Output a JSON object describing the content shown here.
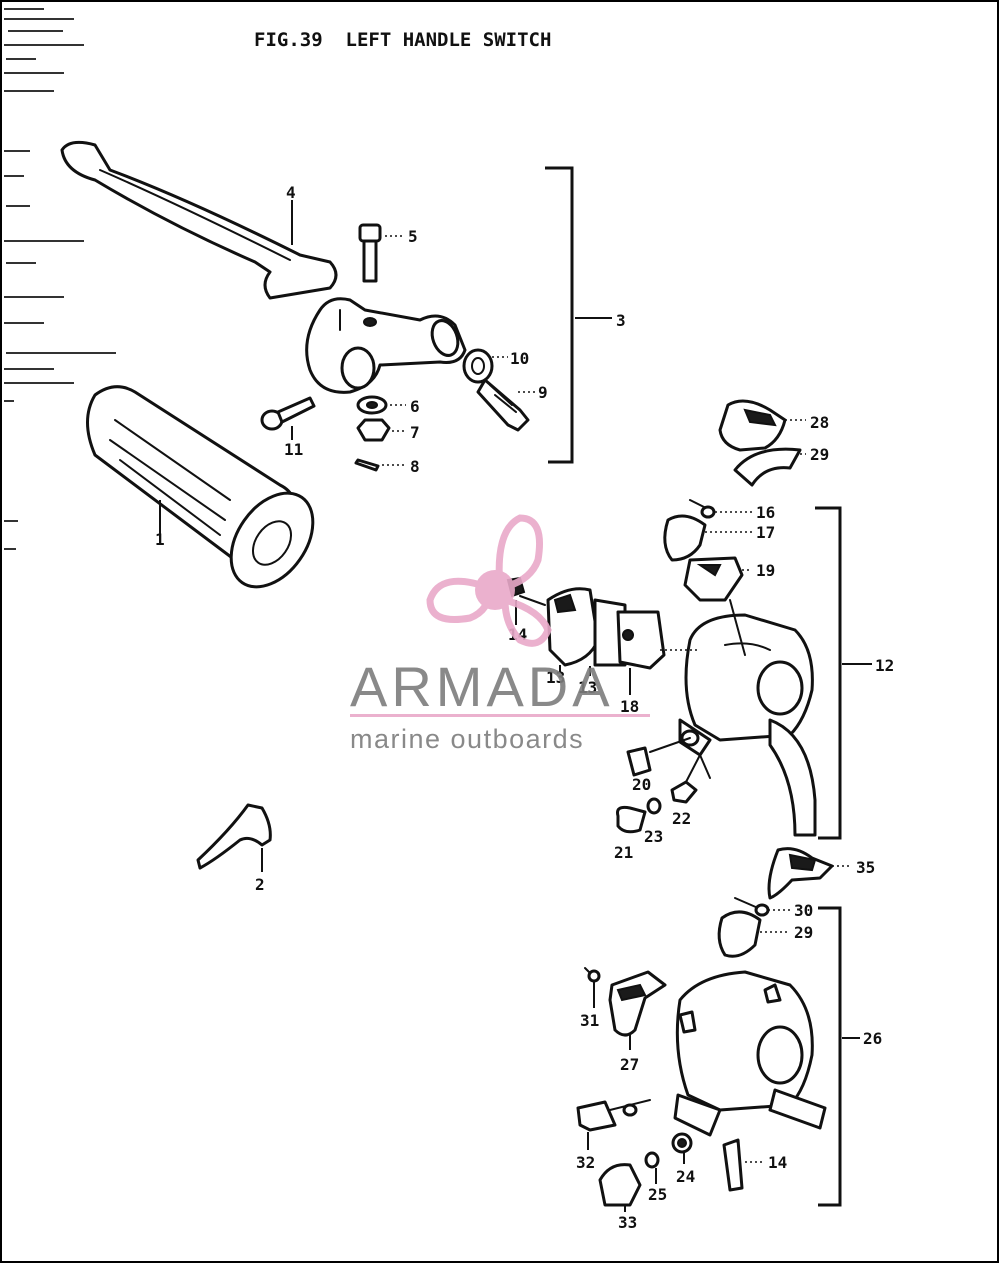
{
  "figure": {
    "title": "FIG.39  LEFT HANDLE SWITCH"
  },
  "watermark": {
    "brand": "ARMADA",
    "tagline": "marine outboards",
    "logo_color": "#e9a9c9",
    "text_color": "#7d7d7d"
  },
  "parts": [
    {
      "id": "p1",
      "label": "1"
    },
    {
      "id": "p2",
      "label": "2"
    },
    {
      "id": "p3",
      "label": "3"
    },
    {
      "id": "p4",
      "label": "4"
    },
    {
      "id": "p5",
      "label": "5"
    },
    {
      "id": "p6",
      "label": "6"
    },
    {
      "id": "p7",
      "label": "7"
    },
    {
      "id": "p8",
      "label": "8"
    },
    {
      "id": "p9",
      "label": "9"
    },
    {
      "id": "p10",
      "label": "10"
    },
    {
      "id": "p11",
      "label": "11"
    },
    {
      "id": "p12",
      "label": "12"
    },
    {
      "id": "p13a",
      "label": "13"
    },
    {
      "id": "p13b",
      "label": "13"
    },
    {
      "id": "p14a",
      "label": "14"
    },
    {
      "id": "p14b",
      "label": "14"
    },
    {
      "id": "p16",
      "label": "16"
    },
    {
      "id": "p17",
      "label": "17"
    },
    {
      "id": "p18",
      "label": "18"
    },
    {
      "id": "p19",
      "label": "19"
    },
    {
      "id": "p20",
      "label": "20"
    },
    {
      "id": "p21",
      "label": "21"
    },
    {
      "id": "p22",
      "label": "22"
    },
    {
      "id": "p23",
      "label": "23"
    },
    {
      "id": "p24",
      "label": "24"
    },
    {
      "id": "p25",
      "label": "25"
    },
    {
      "id": "p26",
      "label": "26"
    },
    {
      "id": "p27",
      "label": "27"
    },
    {
      "id": "p28",
      "label": "28"
    },
    {
      "id": "p29",
      "label": "29"
    },
    {
      "id": "p29b",
      "label": "29"
    },
    {
      "id": "p30",
      "label": "30"
    },
    {
      "id": "p31",
      "label": "31"
    },
    {
      "id": "p32",
      "label": "32"
    },
    {
      "id": "p33",
      "label": "33"
    },
    {
      "id": "p35",
      "label": "35"
    }
  ]
}
